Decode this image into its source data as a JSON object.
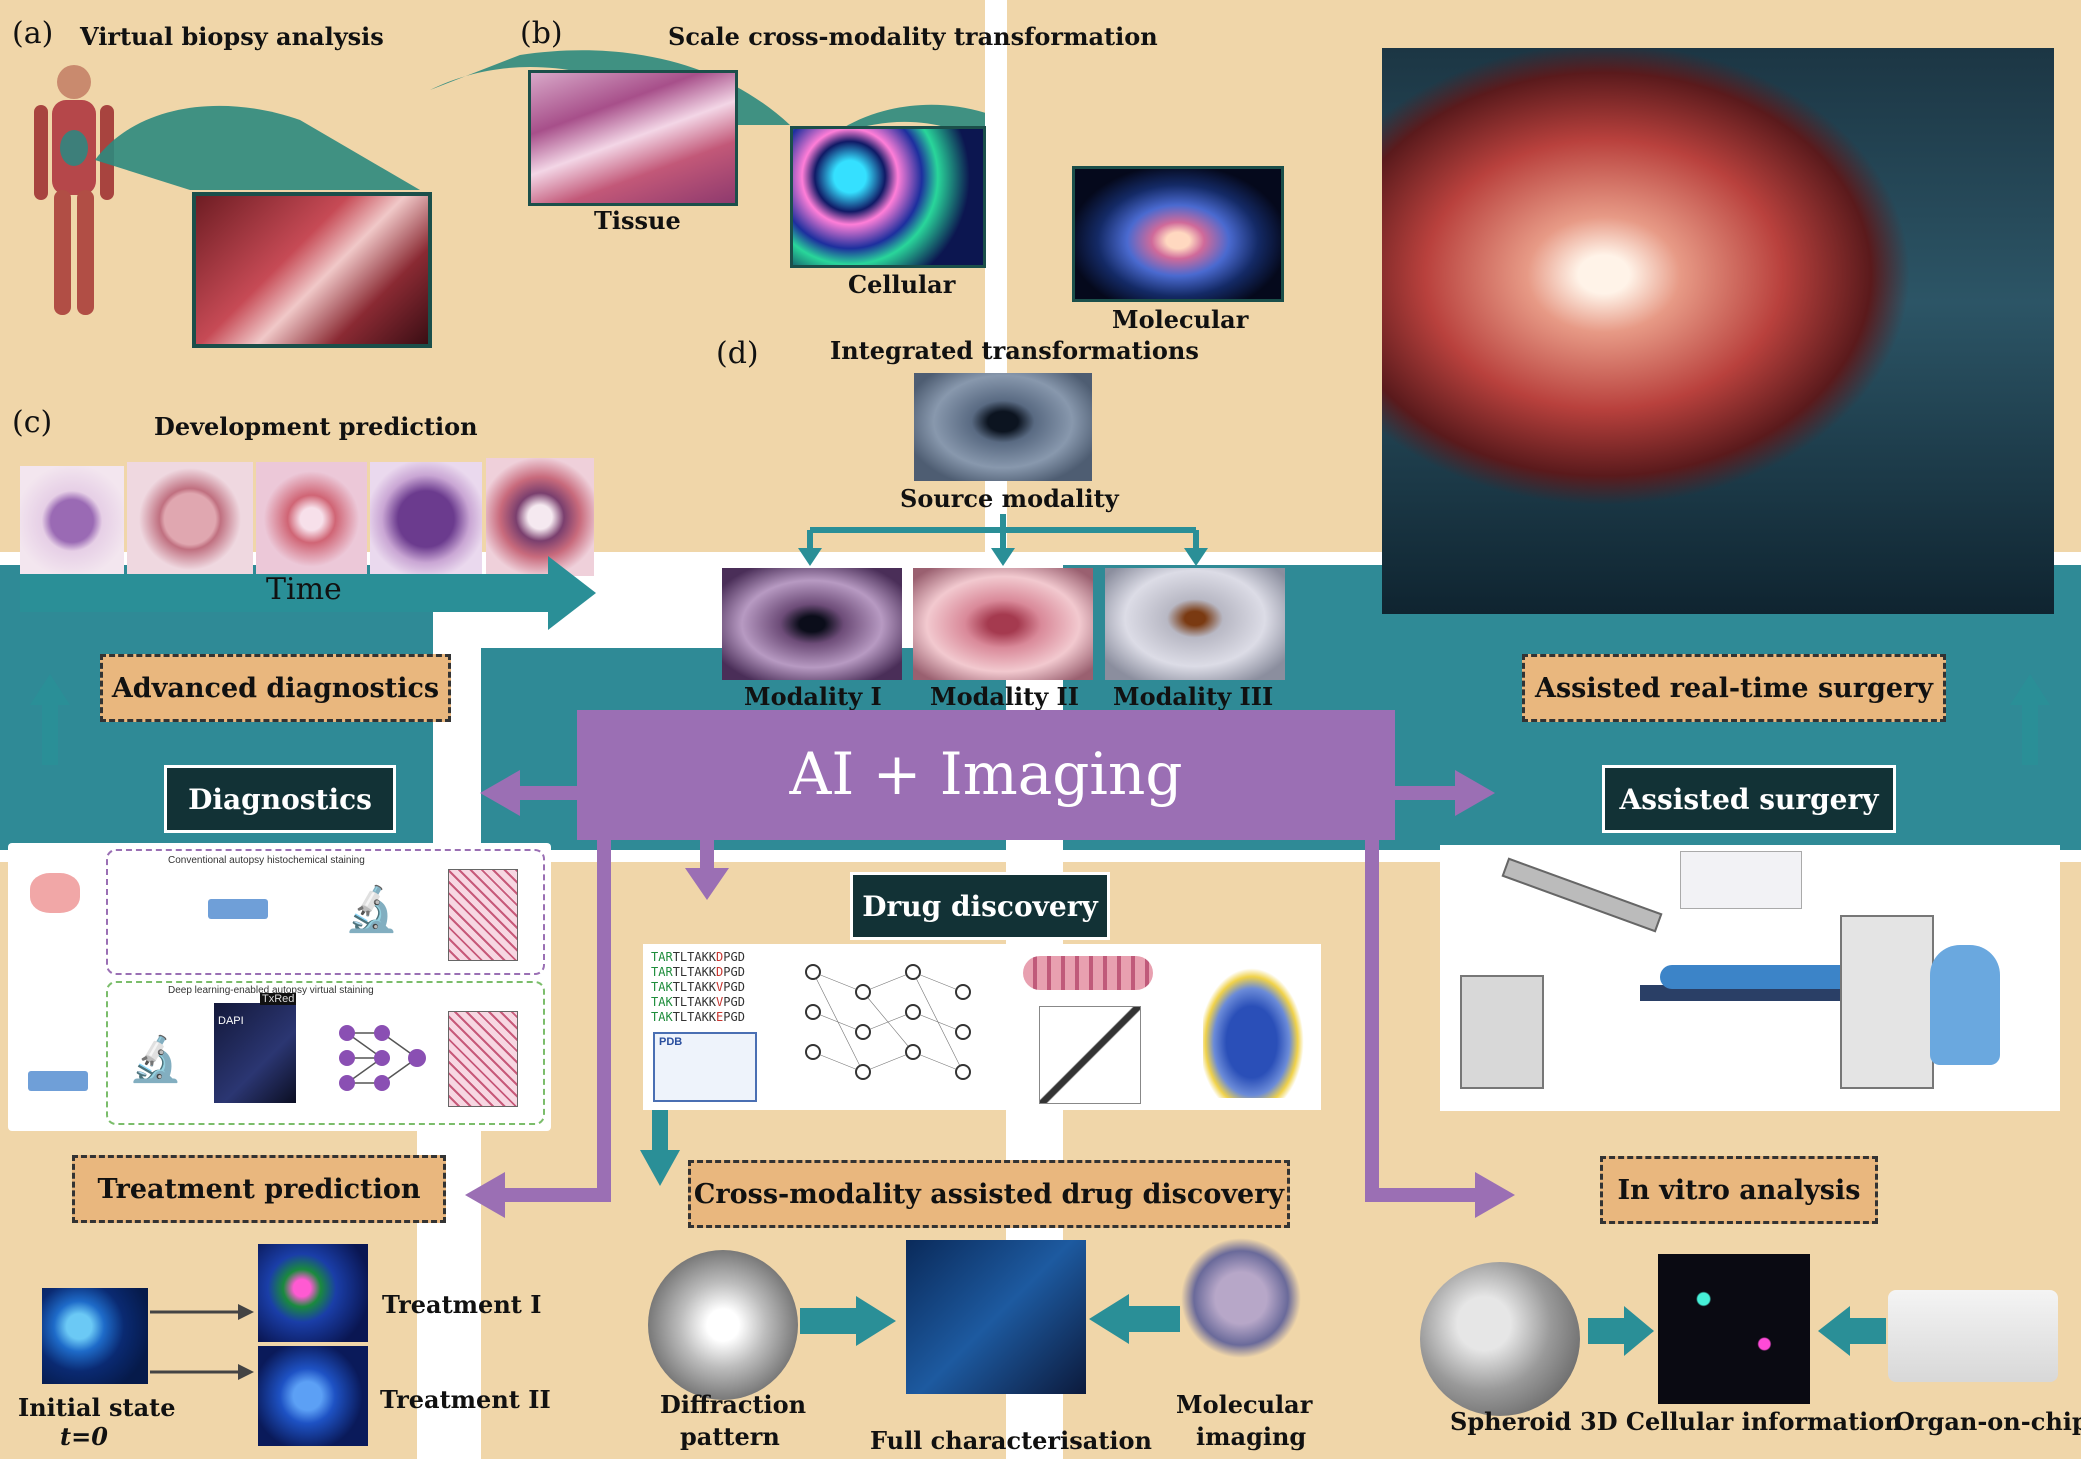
{
  "panels": {
    "a": {
      "tag": "(a)",
      "title": "Virtual biopsy analysis"
    },
    "b": {
      "tag": "(b)",
      "title": "Scale cross-modality transformation",
      "scales": [
        "Tissue",
        "Cellular",
        "Molecular"
      ]
    },
    "c": {
      "tag": "(c)",
      "title": "Development prediction",
      "axis": "Time"
    },
    "d": {
      "tag": "(d)",
      "title": "Integrated transformations",
      "source": "Source modality",
      "targets": [
        "Modality I",
        "Modality II",
        "Modality III"
      ]
    }
  },
  "outcomes": {
    "advanced_diagnostics": "Advanced diagnostics",
    "assisted_surgery_rt": "Assisted real-time surgery",
    "treatment_prediction": "Treatment prediction",
    "cross_modality_drug": "Cross-modality assisted drug discovery",
    "in_vitro": "In vitro analysis"
  },
  "hub": {
    "title": "AI + Imaging"
  },
  "modules": {
    "diagnostics": "Diagnostics",
    "assisted_surgery": "Assisted surgery",
    "drug_discovery": "Drug discovery"
  },
  "diagnostics_figure": {
    "top": "Conventional autopsy histochemical staining",
    "bottom": "Deep learning-enabled autopsy virtual staining",
    "stain1": "TxRed",
    "stain2": "DAPI"
  },
  "drug_figure": {
    "sequences": [
      {
        "a": "TAR",
        "b": "TLTAKK",
        "c": "D",
        "d": "PGD"
      },
      {
        "a": "TAR",
        "b": "TLTAKK",
        "c": "D",
        "d": "PGD"
      },
      {
        "a": "TAK",
        "b": "TLTAKK",
        "c": "V",
        "d": "PGD"
      },
      {
        "a": "TAK",
        "b": "TLTAKK",
        "c": "V",
        "d": "PGD"
      },
      {
        "a": "TAK",
        "b": "TLTAKK",
        "c": "E",
        "d": "PGD"
      }
    ],
    "db": "PDB"
  },
  "treatment": {
    "initial": "Initial state",
    "time": "t=0",
    "outcomes": [
      "Treatment I",
      "Treatment II"
    ]
  },
  "drug_bottom": {
    "left": [
      "Diffraction",
      "pattern"
    ],
    "center": "Full characterisation",
    "right": [
      "Molecular",
      "imaging"
    ]
  },
  "invitro": {
    "left": "Spheroid",
    "center": "3D Cellular information",
    "right": "Organ-on-chip"
  },
  "colors": {
    "panel": "#f0d6a9",
    "teal": "#2f8a96",
    "purple": "#9b6fb4",
    "label_box": "#e9b77e",
    "dark_box": "#123236"
  }
}
